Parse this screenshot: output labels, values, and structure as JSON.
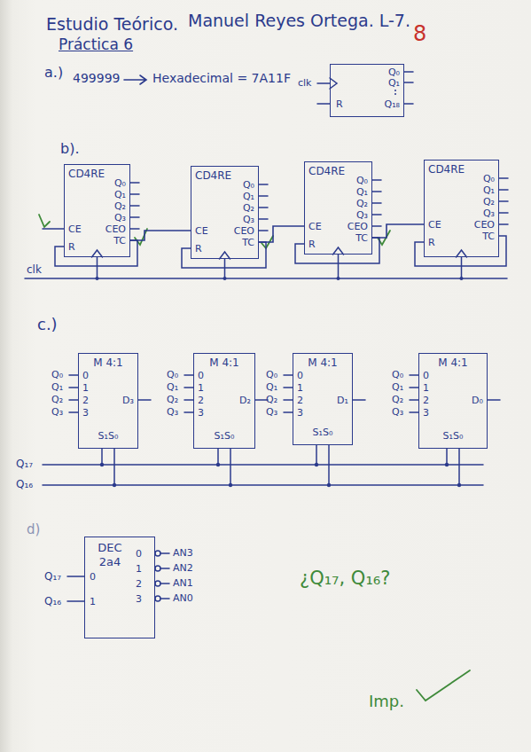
{
  "diagram": {
    "nodes": [
      {
        "text": [
          "R",
          "Q₀",
          "Q₁",
          "Q₁₈"
        ]
      },
      {
        "text": [
          "CD4RE",
          "Q₀",
          "Q₁",
          "Q₂",
          "Q₃",
          "CEO",
          "TC",
          "CE",
          "R"
        ]
      },
      {
        "text": [
          "CD4RE",
          "Q₀",
          "Q₁",
          "Q₂",
          "Q₃",
          "CEO",
          "TC",
          "CE",
          "R"
        ]
      },
      {
        "text": [
          "CD4RE",
          "Q₀",
          "Q₁",
          "Q₂",
          "Q₃",
          "CEO",
          "TC",
          "CE",
          "R"
        ]
      },
      {
        "text": [
          "CD4RE",
          "Q₀",
          "Q₁",
          "Q₂",
          "Q₃",
          "CEO",
          "TC",
          "CE",
          "R"
        ]
      },
      {
        "text": [
          "M 4:1",
          "0",
          "1",
          "2",
          "3",
          "D₃",
          "S₁S₀"
        ]
      },
      {
        "text": [
          "M 4:1",
          "0",
          "1",
          "2",
          "3",
          "D₂",
          "S₁S₀"
        ]
      },
      {
        "text": [
          "M 4:1",
          "0",
          "1",
          "2",
          "3",
          "D₁",
          "S₁S₀"
        ]
      },
      {
        "text": [
          "M 4:1",
          "0",
          "1",
          "2",
          "3",
          "D₀",
          "S₁S₀"
        ]
      },
      {
        "text": [
          "DEC 2a4",
          "0",
          "1",
          "0",
          "1",
          "2",
          "3"
        ]
      }
    ],
    "edges": [
      {
        "from": 1,
        "to": 2,
        "arrow": "none"
      },
      {
        "from": 2,
        "to": 3,
        "arrow": "none"
      },
      {
        "from": 3,
        "to": 4,
        "arrow": "none"
      }
    ],
    "labels": [
      "Estudio Teórico.",
      "Manuel Reyes Ortega. L-7.",
      "8",
      "Práctica 6",
      "a.)",
      "499999",
      "Hexadecimal = 7A11F",
      "clk",
      "b).",
      "clk",
      "c.)",
      "Q₀",
      "Q₁",
      "Q₂",
      "Q₃",
      "Q₀",
      "Q₁",
      "Q₂",
      "Q₃",
      "Q₀",
      "Q₁",
      "Q₂",
      "Q₃",
      "Q₀",
      "Q₁",
      "Q₂",
      "Q₃",
      "Q₁₇",
      "Q₁₆",
      "d)",
      "Q₁₇",
      "Q₁₆",
      "AN3",
      "AN2",
      "AN1",
      "AN0",
      "¿Q₁₇, Q₁₆?",
      "Imp."
    ]
  }
}
